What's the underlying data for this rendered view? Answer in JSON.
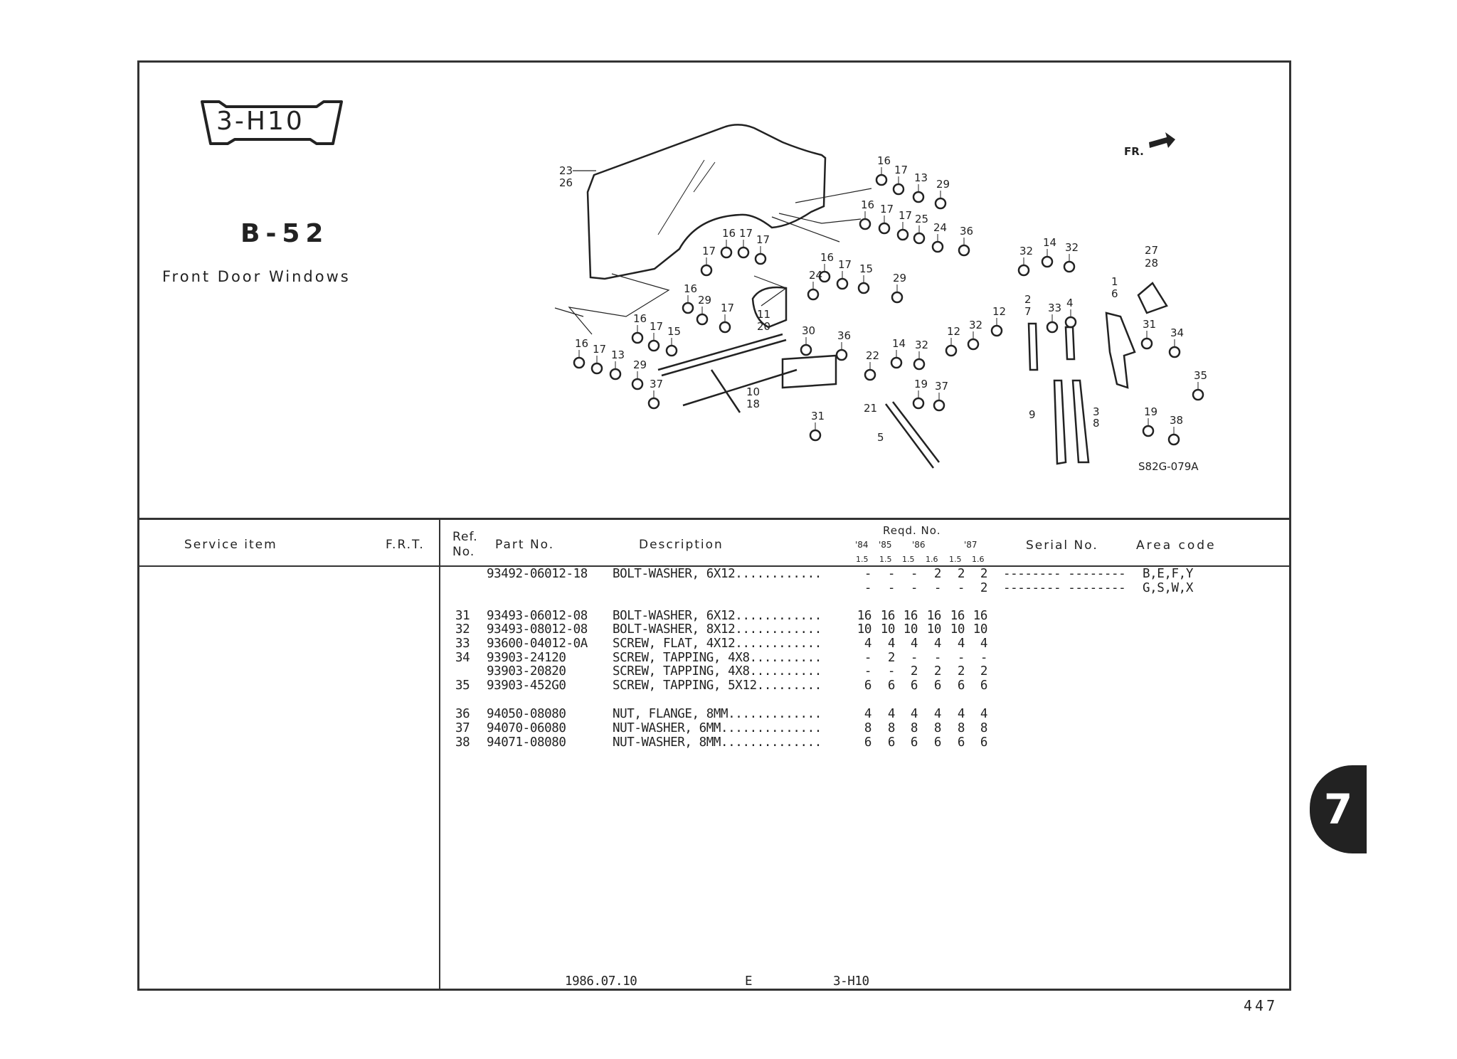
{
  "header": {
    "index_code": "3-H10",
    "group_code": "B-52",
    "title": "Front Door Windows"
  },
  "diagram": {
    "direction_label": "FR.",
    "drawing_code": "S82G-079A",
    "callouts": [
      "23",
      "26",
      "16",
      "17",
      "13",
      "29",
      "16",
      "17",
      "17",
      "25",
      "24",
      "36",
      "16",
      "17",
      "17",
      "17",
      "16",
      "17",
      "15",
      "29",
      "16",
      "29",
      "17",
      "24",
      "11",
      "20",
      "30",
      "36",
      "16",
      "17",
      "15",
      "16",
      "17",
      "13",
      "29",
      "22",
      "37",
      "10",
      "18",
      "31",
      "21",
      "19",
      "37",
      "5",
      "14",
      "32",
      "12",
      "32",
      "12",
      "32",
      "14",
      "32",
      "2",
      "7",
      "33",
      "4",
      "1",
      "6",
      "27",
      "28",
      "31",
      "34",
      "35",
      "19",
      "38",
      "9",
      "3",
      "8"
    ]
  },
  "table": {
    "headers": {
      "service_item": "Service item",
      "frt": "F.R.T.",
      "ref_no_1": "Ref.",
      "ref_no_2": "No.",
      "part_no": "Part No.",
      "description": "Description",
      "reqd_no": "Reqd. No.",
      "years": [
        "'84",
        "'85",
        "'86",
        "'87"
      ],
      "displacements": [
        "1.5",
        "1.5",
        "1.5",
        "1.6",
        "1.5",
        "1.6"
      ],
      "serial_no": "Serial No.",
      "area_code": "Area code"
    },
    "rows": [
      {
        "ref": "",
        "part_no": "93492-06012-18",
        "description": "BOLT-WASHER, 6X12............",
        "qty": [
          "-",
          "-",
          "-",
          "2",
          "2",
          "2"
        ],
        "serial": "-------- --------",
        "area": "B,E,F,Y"
      },
      {
        "ref": "",
        "part_no": "",
        "description": "",
        "qty": [
          "-",
          "-",
          "-",
          "-",
          "-",
          "2"
        ],
        "serial": "-------- --------",
        "area": "G,S,W,X"
      },
      {
        "ref": "31",
        "part_no": "93493-06012-08",
        "description": "BOLT-WASHER, 6X12............",
        "qty": [
          "16",
          "16",
          "16",
          "16",
          "16",
          "16"
        ],
        "serial": "",
        "area": ""
      },
      {
        "ref": "32",
        "part_no": "93493-08012-08",
        "description": "BOLT-WASHER, 8X12............",
        "qty": [
          "10",
          "10",
          "10",
          "10",
          "10",
          "10"
        ],
        "serial": "",
        "area": ""
      },
      {
        "ref": "33",
        "part_no": "93600-04012-0A",
        "description": "SCREW, FLAT, 4X12............",
        "qty": [
          "4",
          "4",
          "4",
          "4",
          "4",
          "4"
        ],
        "serial": "",
        "area": ""
      },
      {
        "ref": "34",
        "part_no": "93903-24120",
        "description": "SCREW, TAPPING, 4X8..........",
        "qty": [
          "-",
          "2",
          "-",
          "-",
          "-",
          "-"
        ],
        "serial": "",
        "area": ""
      },
      {
        "ref": "",
        "part_no": "93903-20820",
        "description": "SCREW, TAPPING, 4X8..........",
        "qty": [
          "-",
          "-",
          "2",
          "2",
          "2",
          "2"
        ],
        "serial": "",
        "area": ""
      },
      {
        "ref": "35",
        "part_no": "93903-452G0",
        "description": "SCREW, TAPPING, 5X12.........",
        "qty": [
          "6",
          "6",
          "6",
          "6",
          "6",
          "6"
        ],
        "serial": "",
        "area": ""
      },
      {
        "ref": "36",
        "part_no": "94050-08080",
        "description": "NUT, FLANGE, 8MM.............",
        "qty": [
          "4",
          "4",
          "4",
          "4",
          "4",
          "4"
        ],
        "serial": "",
        "area": ""
      },
      {
        "ref": "37",
        "part_no": "94070-06080",
        "description": "NUT-WASHER, 6MM..............",
        "qty": [
          "8",
          "8",
          "8",
          "8",
          "8",
          "8"
        ],
        "serial": "",
        "area": ""
      },
      {
        "ref": "38",
        "part_no": "94071-08080",
        "description": "NUT-WASHER, 8MM..............",
        "qty": [
          "6",
          "6",
          "6",
          "6",
          "6",
          "6"
        ],
        "serial": "",
        "area": ""
      }
    ]
  },
  "footer": {
    "date": "1986.07.10",
    "edition": "E",
    "code": "3-H10"
  },
  "page_number": "447",
  "section_tab": "7"
}
